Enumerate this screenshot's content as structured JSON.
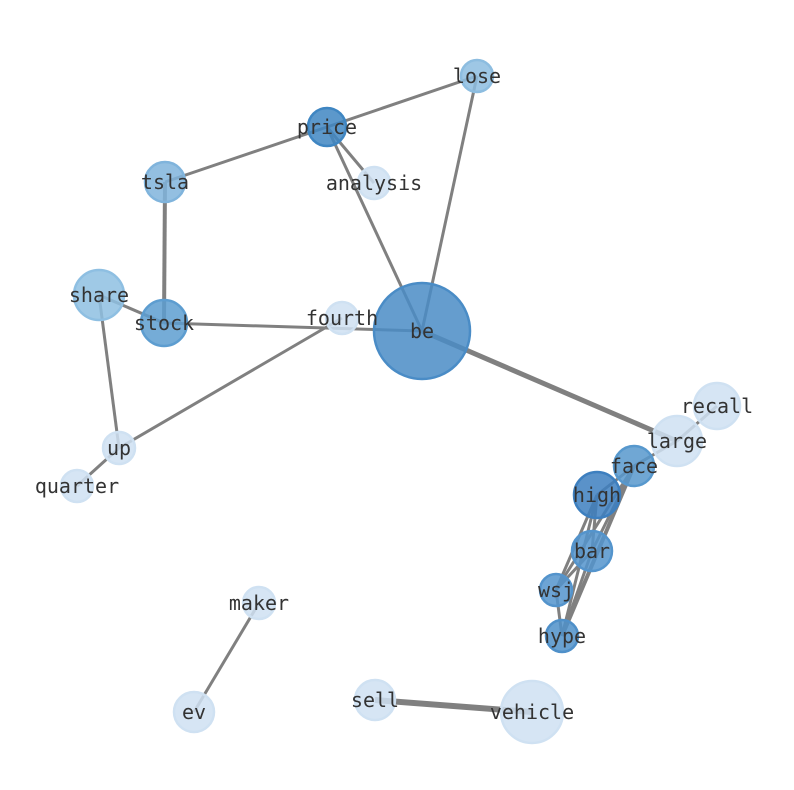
{
  "graph": {
    "nodes": [
      {
        "id": "lose",
        "label": "lose",
        "color": "#8dbde0"
      },
      {
        "id": "price",
        "label": "price",
        "color": "#3f86c2"
      },
      {
        "id": "analysis",
        "label": "analysis",
        "color": "#cfe1f2"
      },
      {
        "id": "tsla",
        "label": "tsla",
        "color": "#80b4dc"
      },
      {
        "id": "share",
        "label": "share",
        "color": "#8ebfe2"
      },
      {
        "id": "stock",
        "label": "stock",
        "color": "#5d9dd0"
      },
      {
        "id": "fourth",
        "label": "fourth",
        "color": "#cfe1f2"
      },
      {
        "id": "be",
        "label": "be",
        "color": "#4a8cc6"
      },
      {
        "id": "recall",
        "label": "recall",
        "color": "#cfe1f2"
      },
      {
        "id": "large",
        "label": "large",
        "color": "#cfe1f2"
      },
      {
        "id": "face",
        "label": "face",
        "color": "#5798cd"
      },
      {
        "id": "high",
        "label": "high",
        "color": "#3d7fbf"
      },
      {
        "id": "bar",
        "label": "bar",
        "color": "#5494cc"
      },
      {
        "id": "wsj",
        "label": "wsj",
        "color": "#5494cc"
      },
      {
        "id": "hype",
        "label": "hype",
        "color": "#4f90c9"
      },
      {
        "id": "up",
        "label": "up",
        "color": "#cfe1f2"
      },
      {
        "id": "quarter",
        "label": "quarter",
        "color": "#cfe1f2"
      },
      {
        "id": "maker",
        "label": "maker",
        "color": "#cfe1f2"
      },
      {
        "id": "ev",
        "label": "ev",
        "color": "#cfe1f2"
      },
      {
        "id": "sell",
        "label": "sell",
        "color": "#cfe1f2"
      },
      {
        "id": "vehicle",
        "label": "vehicle",
        "color": "#cfe1f2"
      }
    ],
    "edges": [
      {
        "source": "lose",
        "target": "price",
        "weight": 3
      },
      {
        "source": "lose",
        "target": "be",
        "weight": 3
      },
      {
        "source": "price",
        "target": "tsla",
        "weight": 3
      },
      {
        "source": "price",
        "target": "analysis",
        "weight": 3
      },
      {
        "source": "price",
        "target": "be",
        "weight": 3
      },
      {
        "source": "tsla",
        "target": "stock",
        "weight": 4
      },
      {
        "source": "share",
        "target": "stock",
        "weight": 3
      },
      {
        "source": "share",
        "target": "up",
        "weight": 3
      },
      {
        "source": "stock",
        "target": "be",
        "weight": 3
      },
      {
        "source": "fourth",
        "target": "up",
        "weight": 3
      },
      {
        "source": "up",
        "target": "quarter",
        "weight": 3
      },
      {
        "source": "be",
        "target": "large",
        "weight": 5
      },
      {
        "source": "large",
        "target": "recall",
        "weight": 3
      },
      {
        "source": "face",
        "target": "large",
        "weight": 3
      },
      {
        "source": "face",
        "target": "high",
        "weight": 3
      },
      {
        "source": "face",
        "target": "bar",
        "weight": 3
      },
      {
        "source": "face",
        "target": "wsj",
        "weight": 3
      },
      {
        "source": "face",
        "target": "hype",
        "weight": 4
      },
      {
        "source": "high",
        "target": "bar",
        "weight": 3
      },
      {
        "source": "high",
        "target": "wsj",
        "weight": 3
      },
      {
        "source": "high",
        "target": "hype",
        "weight": 3
      },
      {
        "source": "bar",
        "target": "wsj",
        "weight": 3
      },
      {
        "source": "bar",
        "target": "hype",
        "weight": 3
      },
      {
        "source": "wsj",
        "target": "hype",
        "weight": 3
      },
      {
        "source": "maker",
        "target": "ev",
        "weight": 3
      },
      {
        "source": "sell",
        "target": "vehicle",
        "weight": 6
      }
    ],
    "edge_color": "#808080"
  }
}
